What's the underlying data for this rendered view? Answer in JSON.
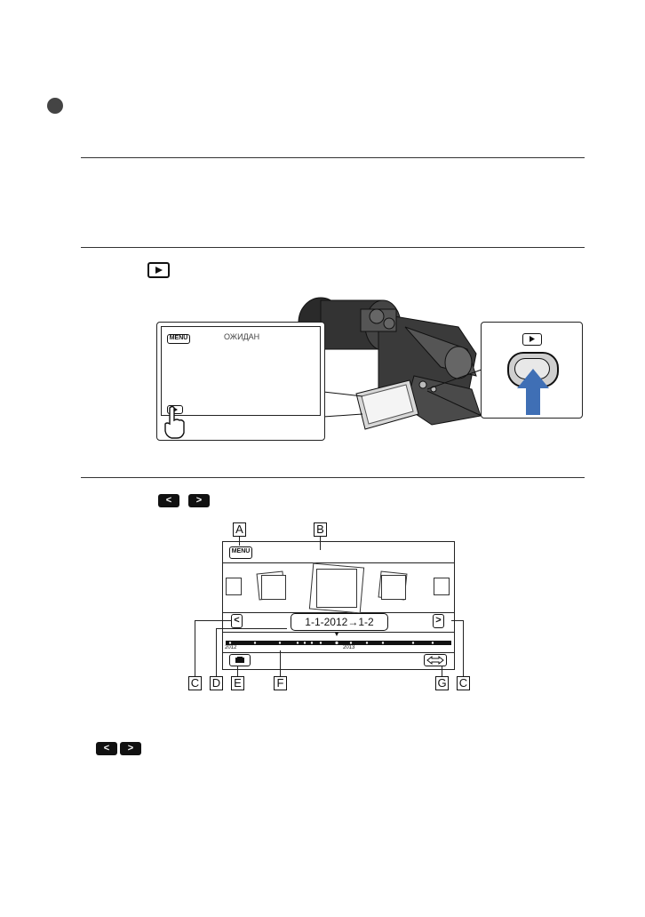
{
  "steps": {
    "step1": {
      "marker": ""
    },
    "playback_camera": {
      "lcd_menu_label": "MENU",
      "lcd_status_text": "ОЖИДАН",
      "button_label": "▶"
    },
    "event_view": {
      "menu_label": "MENU",
      "date_range": "1-1-2012→1-2",
      "timeline_years": [
        "2012",
        "2013"
      ],
      "prev_glyph": "<",
      "next_glyph": ">",
      "callouts": [
        "A",
        "B",
        "C",
        "D",
        "E",
        "F",
        "G",
        "C"
      ]
    },
    "arrow_buttons": [
      "<",
      ">"
    ]
  },
  "colors": {
    "accent_arrow": "#3f6fb5",
    "bullet": "#444444"
  }
}
